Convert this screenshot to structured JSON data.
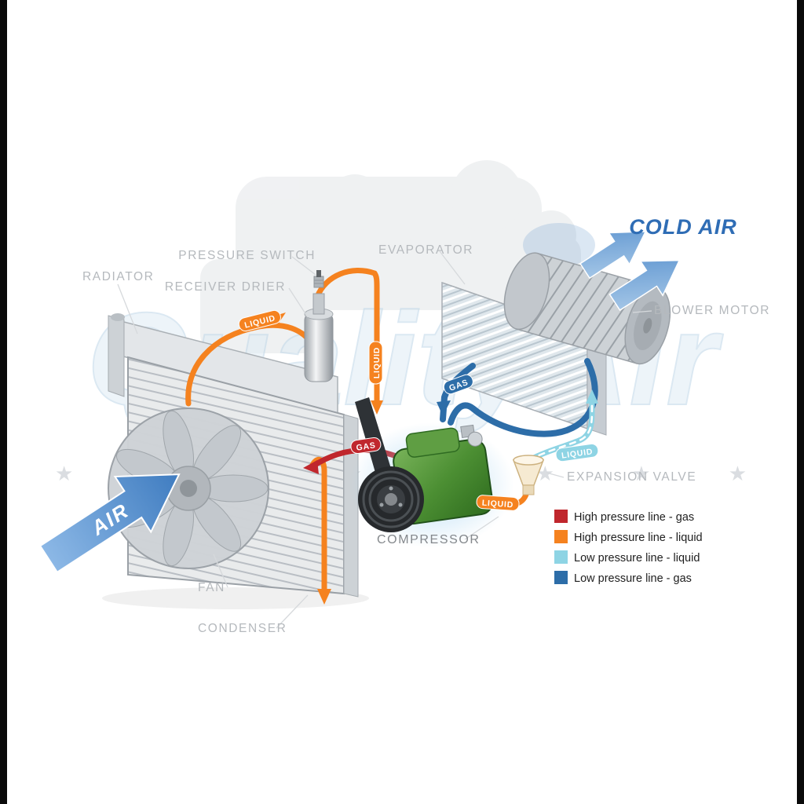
{
  "watermark": {
    "text": "QualityAir",
    "stars": "★ ★ ★ ★ ★ ★ ★ ★ ★ ★ ★ ★"
  },
  "labels": {
    "radiator": "RADIATOR",
    "pressure_switch": "PRESSURE SWITCH",
    "receiver_drier": "RECEIVER DRIER",
    "evaporator": "EVAPORATOR",
    "blower_motor": "BLOWER MOTOR",
    "cold_air": "COLD AIR",
    "expansion_valve": "EXPANSION VALVE",
    "compressor": "COMPRESSOR",
    "fan": "FAN",
    "condenser": "CONDENSER",
    "air": "AIR"
  },
  "pipe_labels": {
    "orange_condenser_to_drier": "LIQUID",
    "orange_drier_vertical": "LIQUID",
    "orange_to_expansion_valve": "LIQUID",
    "lightblue_valve_to_evaporator": "LIQUID",
    "blue_evaporator_to_compressor": "GAS",
    "red_compressor_to_condenser": "GAS"
  },
  "legend": {
    "items": [
      {
        "label": "High pressure line - gas",
        "color": "#c0272d"
      },
      {
        "label": "High pressure line - liquid",
        "color": "#f5821f"
      },
      {
        "label": "Low pressure line - liquid",
        "color": "#8ed4e4"
      },
      {
        "label": "Low pressure line -  gas",
        "color": "#2d6da8"
      }
    ]
  },
  "colors": {
    "cold_air_text": "#2f6db5",
    "air_arrow": "#4a86c8",
    "component_label": "#b5b9bd"
  }
}
